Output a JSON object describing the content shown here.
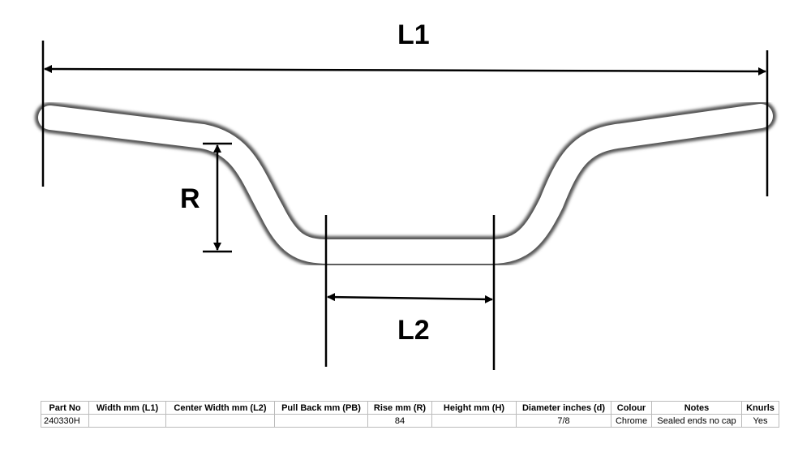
{
  "labels": {
    "l1": "L1",
    "l2": "L2",
    "r": "R"
  },
  "table": {
    "headers": [
      "Part No",
      "Width mm (L1)",
      "Center Width mm (L2)",
      "Pull Back mm (PB)",
      "Rise mm (R)",
      "Height mm (H)",
      "Diameter inches (d)",
      "Colour",
      "Notes",
      "Knurls"
    ],
    "row": [
      "240330H",
      "",
      "",
      "",
      "84",
      "",
      "7/8",
      "Chrome",
      "Sealed ends no cap",
      "Yes"
    ]
  }
}
